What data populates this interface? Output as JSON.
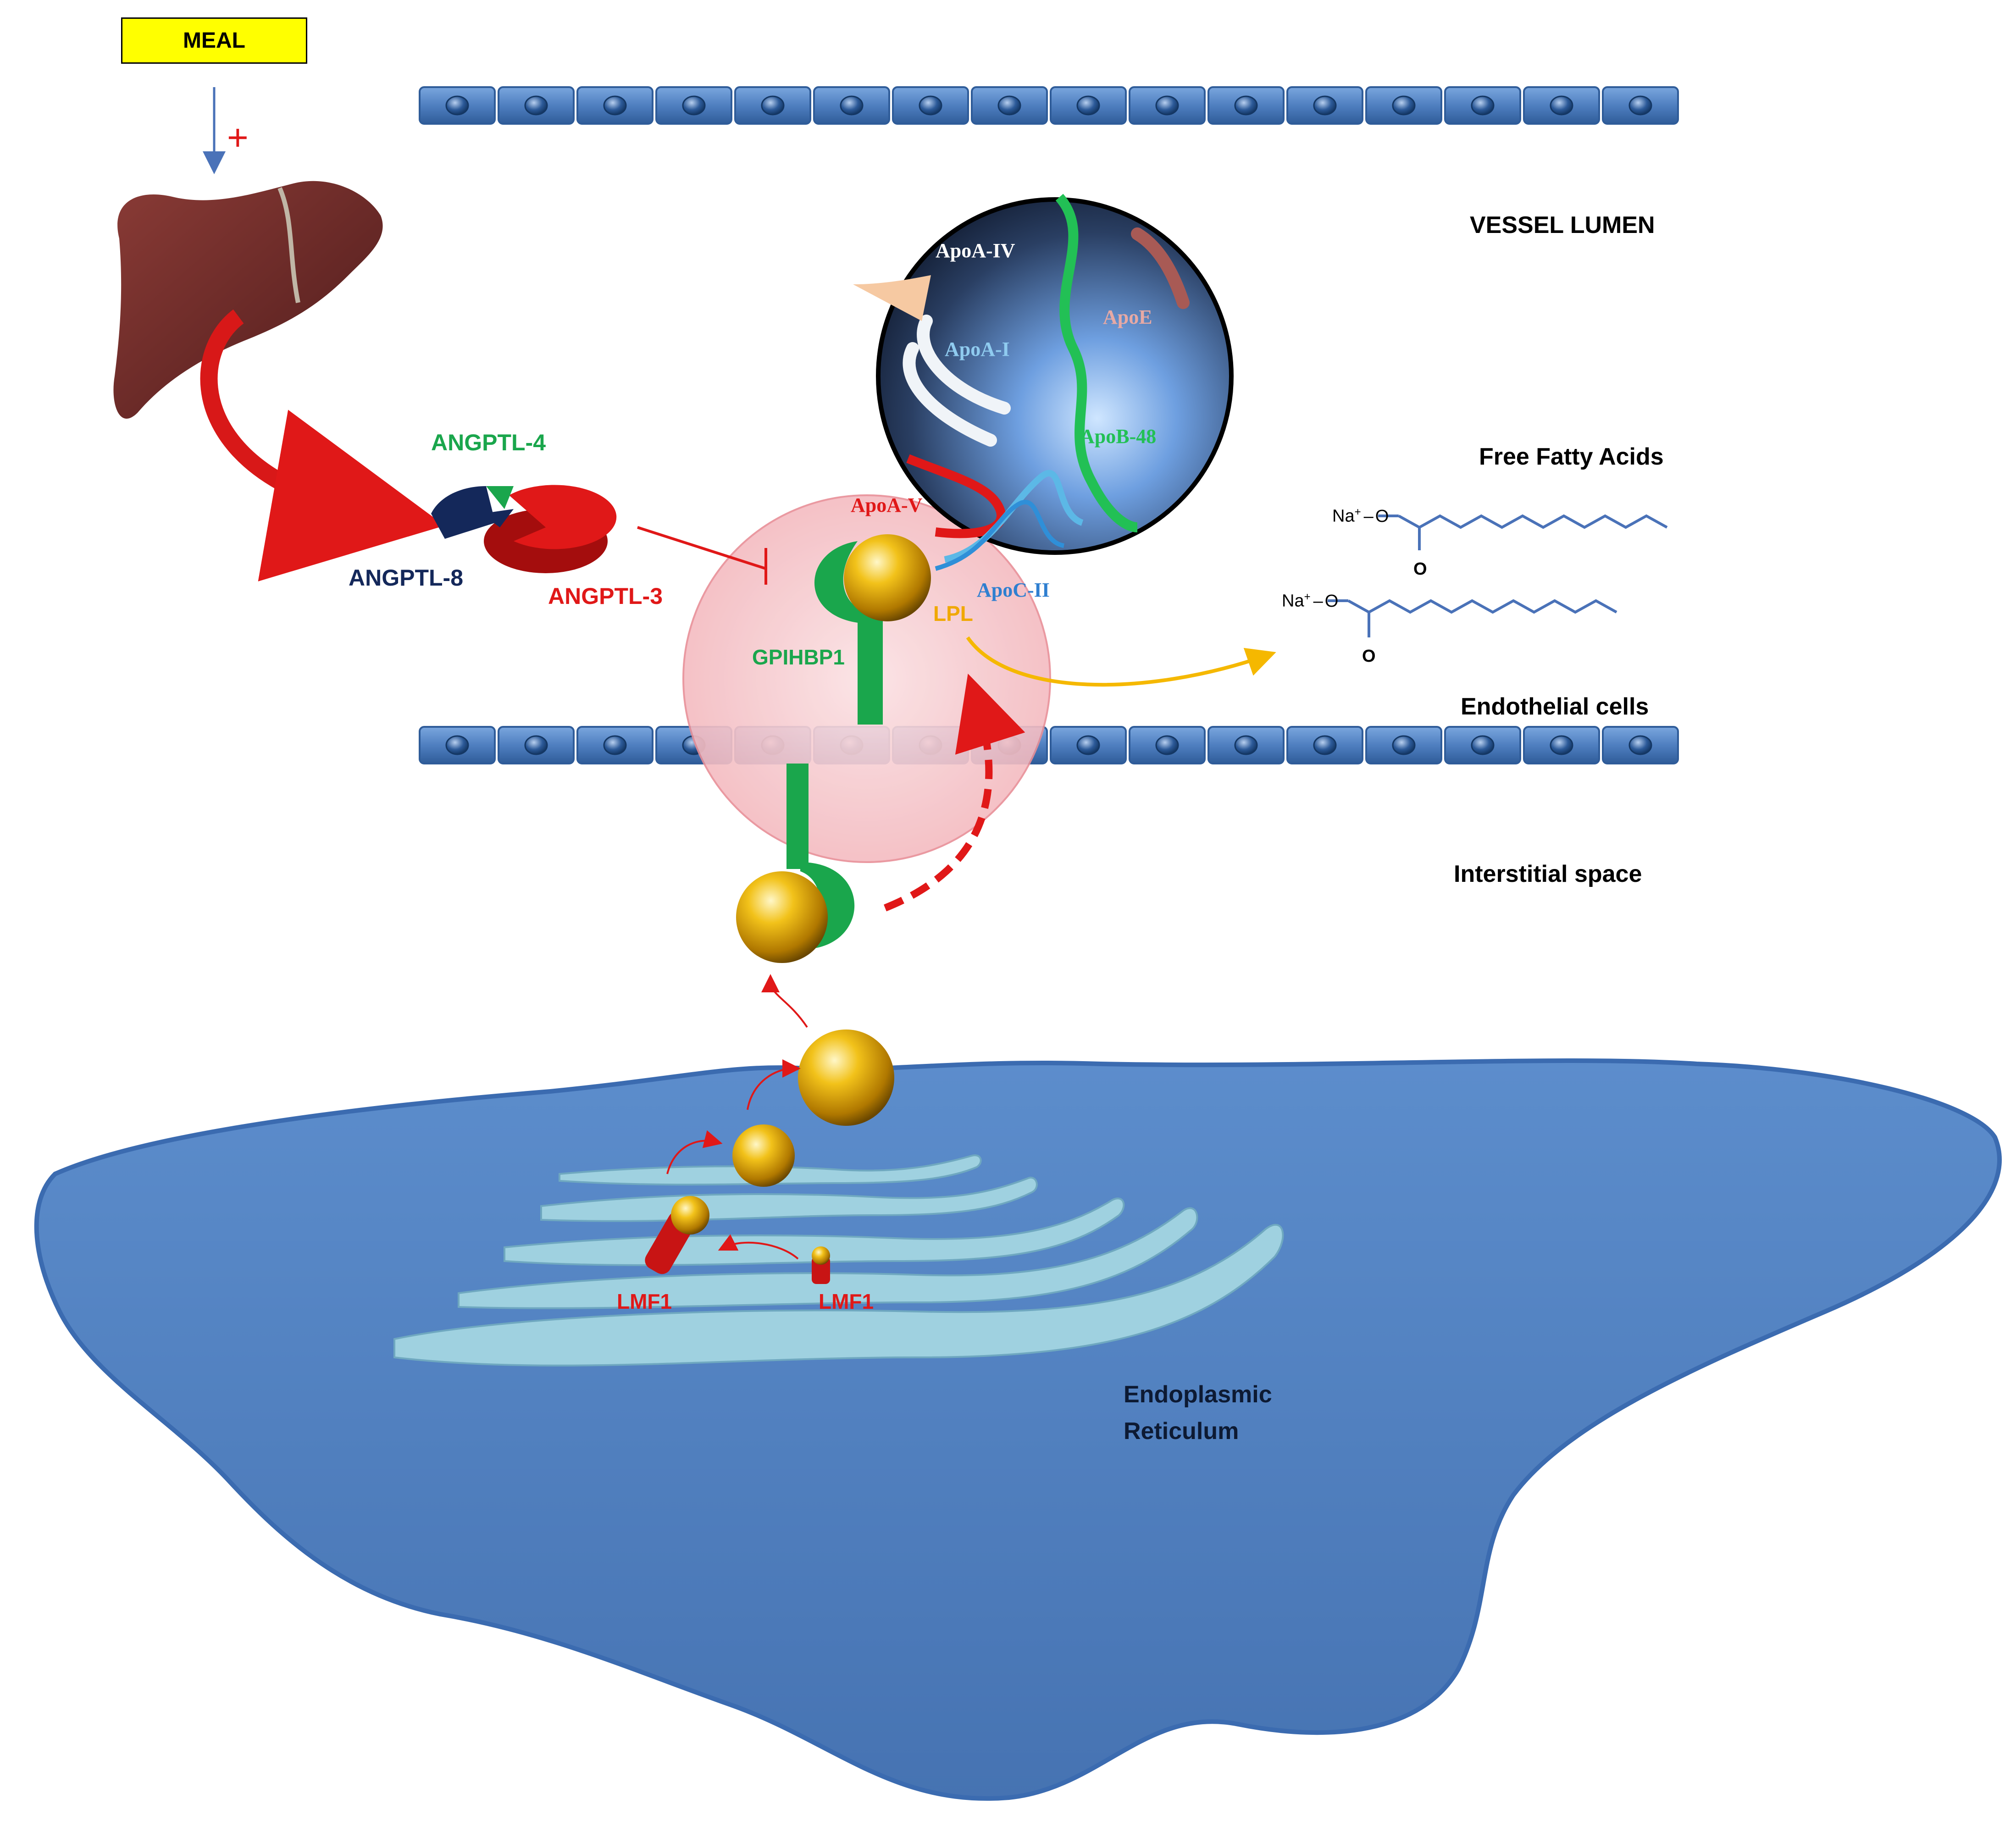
{
  "meal": {
    "label": "MEAL",
    "effect": "+"
  },
  "compartments": {
    "vessel_lumen": "VESSEL LUMEN",
    "free_fatty_acids": "Free Fatty Acids",
    "endothelial_cells": "Endothelial cells",
    "interstitial_space": "Interstitial space",
    "endoplasmic_reticulum_line1": "Endoplasmic",
    "endoplasmic_reticulum_line2": "Reticulum"
  },
  "angptl": {
    "angptl4": "ANGPTL-4",
    "angptl8": "ANGPTL-8",
    "angptl3": "ANGPTL-3"
  },
  "proteins": {
    "gpihbp1": "GPIHBP1",
    "lpl": "LPL",
    "lmf1_a": "LMF1",
    "lmf1_b": "LMF1"
  },
  "apolipoproteins": {
    "apoa4": "ApoA-IV",
    "apoe": "ApoE",
    "apoa1": "ApoA-I",
    "apob48": "ApoB-48",
    "apoa5": "ApoA-V",
    "apoc2": "ApoC-II"
  },
  "fatty_acid": {
    "na": "Na",
    "charge": "+",
    "oxygen_neg": "O",
    "oxygen_carbonyl": "O"
  },
  "colors": {
    "membrane": "#4f7fc0",
    "membrane_nucleus": "#2c5a99",
    "liver": "#6b2a2a",
    "red": "#e01818",
    "green": "#1aa64c",
    "navy": "#14285a",
    "gold": "#f0b400",
    "er_fill": "#4f7fbe",
    "er_cisternae": "#9fd1e0",
    "ffa_chain": "#4a72b8",
    "lpl_arrow": "#f5b800"
  }
}
